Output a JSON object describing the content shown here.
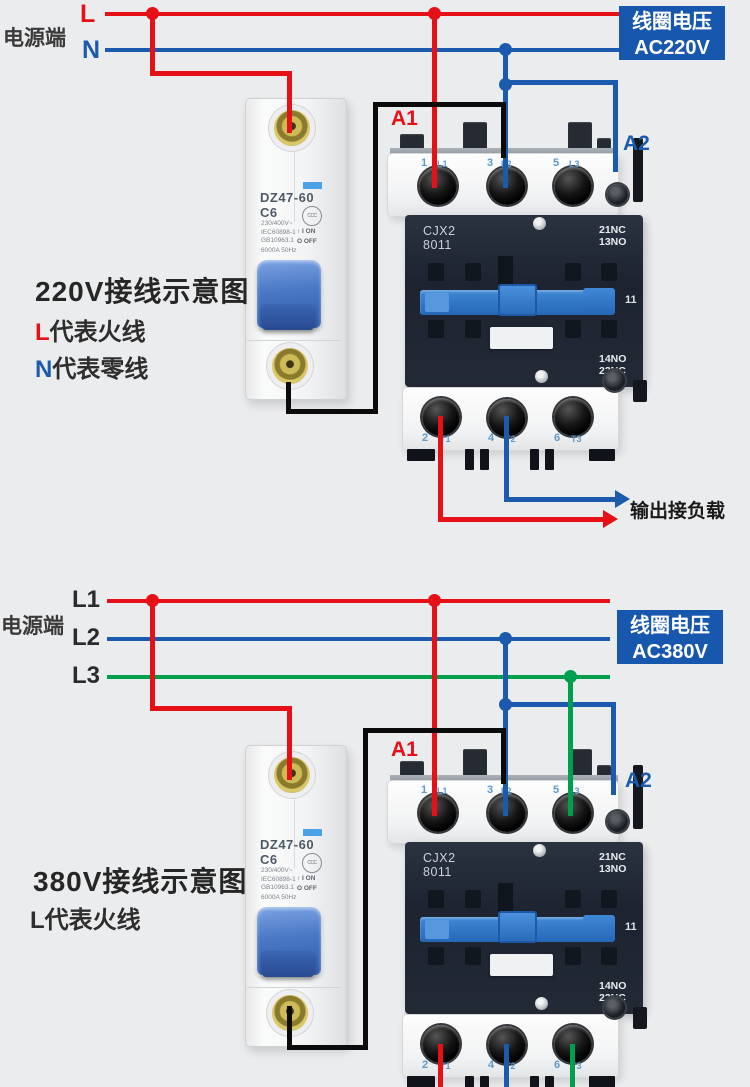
{
  "colors": {
    "red": "#e61017",
    "blue": "#1c5aad",
    "green": "#009f4d",
    "black_wire": "#0b0b0b",
    "coil_box_bg": "#1857ae",
    "coil_box_text": "#ffffff",
    "terminal_label": "#5e9ac9",
    "background": "#ebecee",
    "title_text": "#262626"
  },
  "breaker": {
    "model": "DZ47-60",
    "rating": "C6",
    "voltage": "230/400V~",
    "cert": "CCC",
    "std1": "IEC60898-1",
    "std2": "GB10963.1",
    "capacity": "6000A 50Hz",
    "on_mark": "↑ I ON",
    "off_mark": "O OFF"
  },
  "contactor": {
    "brand": "CJX2",
    "model": "8011",
    "aux_top_line1": "21NC",
    "aux_top_line2": "13NO",
    "aux_mid": "11",
    "aux_bottom_line1": "14NO",
    "aux_bottom_line2": "22NC",
    "in_terminals": [
      {
        "num": "1",
        "label": "L1"
      },
      {
        "num": "3",
        "label": "L2"
      },
      {
        "num": "5",
        "label": "L3"
      }
    ],
    "out_terminals": [
      {
        "num": "2",
        "label": "T1"
      },
      {
        "num": "4",
        "label": "T2"
      },
      {
        "num": "6",
        "label": "T3"
      }
    ]
  },
  "section_220v": {
    "source_label": "电源端",
    "phase_l": "L",
    "phase_n": "N",
    "coil_label_line1": "线圈电压",
    "coil_label_line2": "AC220V",
    "terminal_a1": "A1",
    "terminal_a2": "A2",
    "title": "220V接线示意图",
    "legend_l_prefix": "L",
    "legend_l_rest": "代表火线",
    "legend_n_prefix": "N",
    "legend_n_rest": "代表零线",
    "output_label": "输出接负载"
  },
  "section_380v": {
    "source_label": "电源端",
    "phase_l1": "L1",
    "phase_l2": "L2",
    "phase_l3": "L3",
    "coil_label_line1": "线圈电压",
    "coil_label_line2": "AC380V",
    "terminal_a1": "A1",
    "terminal_a2": "A2",
    "title": "380V接线示意图",
    "legend_l_prefix": "L",
    "legend_l_rest": "代表火线"
  }
}
